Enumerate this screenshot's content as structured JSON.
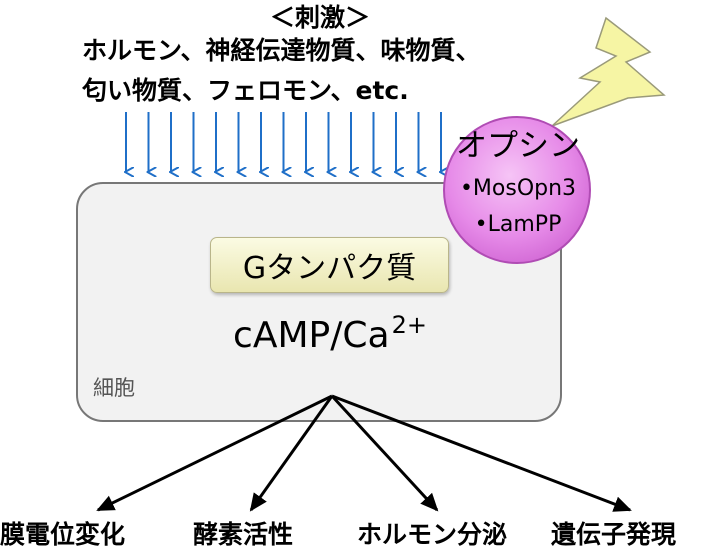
{
  "stimulus": {
    "header": "＜刺激＞",
    "line1": "ホルモン、神経伝達物質、味物質、",
    "line2": "匂い物質、フェロモン、etc."
  },
  "cell": {
    "label": "細胞",
    "g_protein_label": "Gタンパク質",
    "second_messenger": "cAMP/Ca",
    "second_messenger_sup": "2+"
  },
  "opsin": {
    "title": "オプシン",
    "items": [
      "•MosOpn3",
      "•LamPP"
    ]
  },
  "outcomes": [
    "膜電位変化",
    "酵素活性",
    "ホルモン分泌",
    "遺伝子発現"
  ],
  "colors": {
    "arrow_blue": "#1f6fc8",
    "cell_fill": "#f2f2f2",
    "cell_border": "#777777",
    "opsin_fill": "#e989ea",
    "lightning_fill": "#f6f5a4"
  },
  "icons": {
    "light": "lightning-bolt-icon"
  }
}
